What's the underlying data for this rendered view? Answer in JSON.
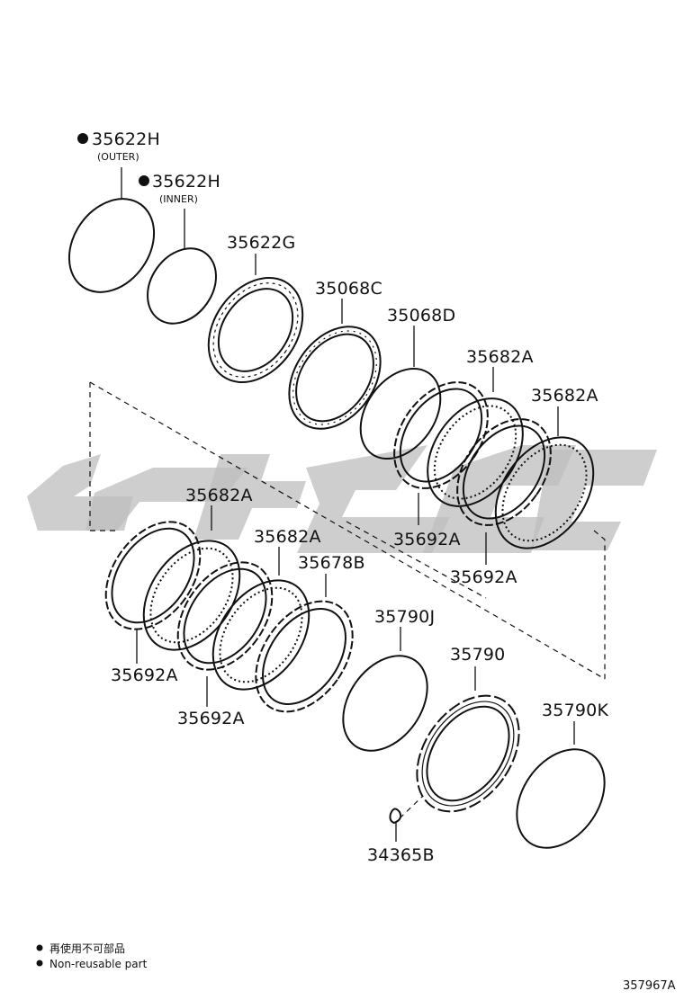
{
  "parts": [
    {
      "id": "p1",
      "label": "35622H",
      "sublabel": "(OUTER)",
      "non_reusable": true
    },
    {
      "id": "p2",
      "label": "35622H",
      "sublabel": "(INNER)",
      "non_reusable": true
    },
    {
      "id": "p3",
      "label": "35622G"
    },
    {
      "id": "p4",
      "label": "35068C"
    },
    {
      "id": "p5",
      "label": "35068D"
    },
    {
      "id": "p6",
      "label": "35682A"
    },
    {
      "id": "p7",
      "label": "35682A"
    },
    {
      "id": "p8",
      "label": "35692A"
    },
    {
      "id": "p9",
      "label": "35692A"
    },
    {
      "id": "p10",
      "label": "35682A"
    },
    {
      "id": "p11",
      "label": "35682A"
    },
    {
      "id": "p12",
      "label": "35678B"
    },
    {
      "id": "p13",
      "label": "35692A"
    },
    {
      "id": "p14",
      "label": "35692A"
    },
    {
      "id": "p15",
      "label": "35790J"
    },
    {
      "id": "p16",
      "label": "35790"
    },
    {
      "id": "p17",
      "label": "35790K"
    },
    {
      "id": "p18",
      "label": "34365B"
    }
  ],
  "legend": {
    "line1": "再使用不可部品",
    "line2": "Non-reusable part"
  },
  "diagram_code": "357967A",
  "colors": {
    "line": "#111111",
    "watermark": "#bdbdbd"
  }
}
